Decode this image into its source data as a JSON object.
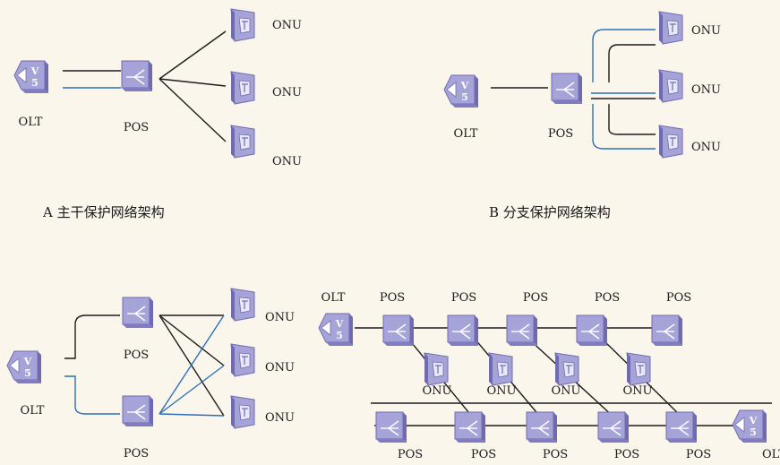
{
  "diagrams": {
    "a": {
      "caption": "A  主干保护网络架构",
      "olt_label": "OLT",
      "pos_label": "POS",
      "onu_labels": [
        "ONU",
        "ONU",
        "ONU"
      ]
    },
    "b": {
      "caption": "B  分支保护网络架构",
      "olt_label": "OLT",
      "pos_label": "POS",
      "onu_labels": [
        "ONU",
        "ONU",
        "ONU"
      ]
    },
    "c": {
      "olt_label": "OLT",
      "pos_labels": [
        "POS",
        "POS"
      ],
      "onu_labels": [
        "ONU",
        "ONU",
        "ONU"
      ]
    },
    "d": {
      "olt_left_label": "OLT",
      "olt_right_label": "OLT",
      "top_pos_labels": [
        "POS",
        "POS",
        "POS",
        "POS",
        "POS"
      ],
      "onu_labels": [
        "ONU",
        "ONU",
        "ONU",
        "ONU"
      ],
      "bottom_pos_labels": [
        "POS",
        "POS",
        "POS",
        "POS",
        "POS"
      ]
    }
  },
  "olt_icon_text": {
    "top": "V",
    "bottom": "5"
  },
  "colors": {
    "background": "#fbf6ec",
    "device_fill": "#a6a3d9",
    "device_dark": "#6e6bb0",
    "device_light": "#d3d1f0",
    "line_black": "#1c1c1c",
    "line_blue": "#2e6fb8"
  }
}
